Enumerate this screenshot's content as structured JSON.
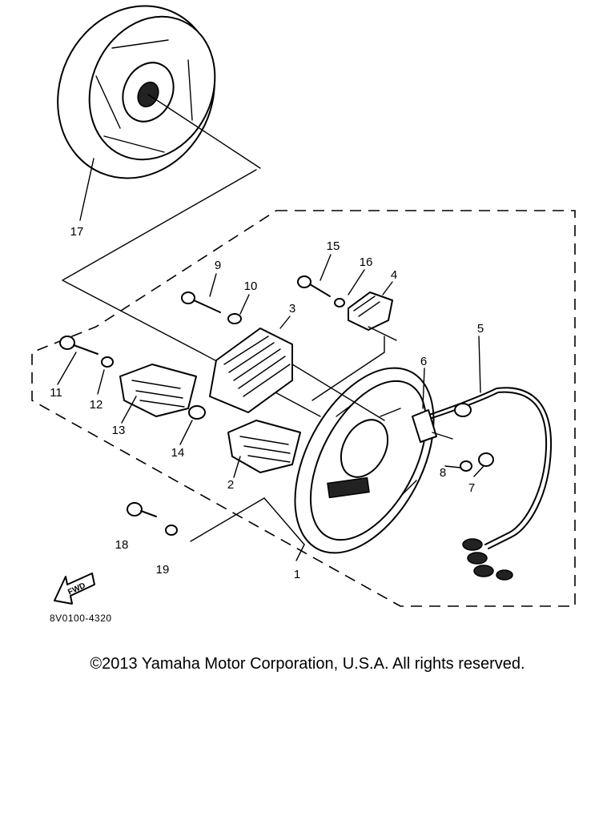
{
  "diagram": {
    "part_callouts": [
      "1",
      "2",
      "3",
      "4",
      "5",
      "6",
      "7",
      "8",
      "9",
      "10",
      "11",
      "12",
      "13",
      "14",
      "15",
      "16",
      "17",
      "18",
      "19"
    ],
    "fwd_label": "FWD",
    "code": "8V0100-4320"
  },
  "footer": {
    "copyright": "©2013 Yamaha Motor Corporation, U.S.A. All rights reserved."
  }
}
